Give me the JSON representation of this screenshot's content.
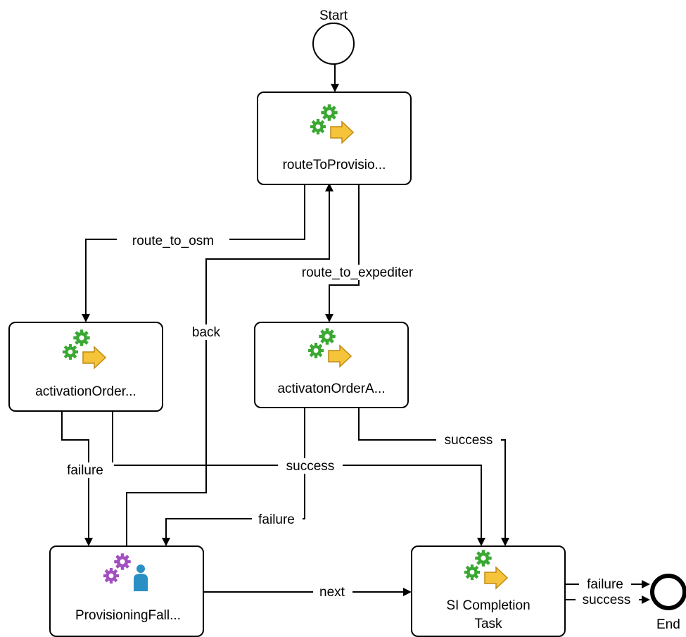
{
  "events": {
    "start": "Start",
    "end": "End"
  },
  "tasks": {
    "route": {
      "title": "routeToProvisio...",
      "icon": "automation-task-icon"
    },
    "activation_osm": {
      "title": "activationOrder...",
      "icon": "automation-task-icon"
    },
    "activation_exp": {
      "title": "activatonOrderA...",
      "icon": "automation-task-icon"
    },
    "fallout": {
      "title": "ProvisioningFall...",
      "icon": "manual-task-icon"
    },
    "completion": {
      "title_line1": "SI Completion",
      "title_line2": "Task",
      "icon": "automation-task-icon"
    }
  },
  "transitions": {
    "route_to_osm": "route_to_osm",
    "route_to_expediter": "route_to_expediter",
    "back": "back",
    "osm_failure": "failure",
    "osm_success": "success",
    "exp_success": "success",
    "exp_failure": "failure",
    "next": "next",
    "completion_failure": "failure",
    "completion_success": "success"
  },
  "colors": {
    "gear_green": "#3aa832",
    "gear_purple": "#a24fc0",
    "arrow_yellow": "#f5c43a",
    "person_blue": "#2a8fc4"
  }
}
